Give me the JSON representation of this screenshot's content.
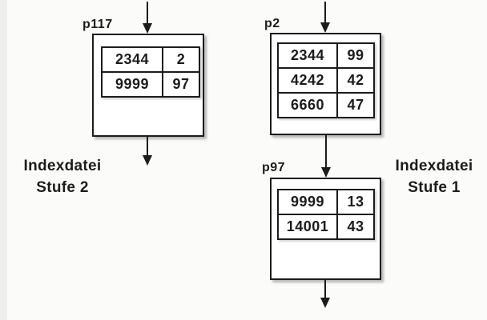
{
  "diagram": {
    "captions": {
      "left": {
        "line1": "Indexdatei",
        "line2": "Stufe 2"
      },
      "right": {
        "line1": "Indexdatei",
        "line2": "Stufe 1"
      }
    },
    "nodes": {
      "p117": {
        "label": "p117",
        "rows": [
          {
            "key": "2344",
            "ptr": "2"
          },
          {
            "key": "9999",
            "ptr": "97"
          }
        ]
      },
      "p2": {
        "label": "p2",
        "rows": [
          {
            "key": "2344",
            "ptr": "99"
          },
          {
            "key": "4242",
            "ptr": "42"
          },
          {
            "key": "6660",
            "ptr": "47"
          }
        ]
      },
      "p97": {
        "label": "p97",
        "rows": [
          {
            "key": "9999",
            "ptr": "13"
          },
          {
            "key": "14001",
            "ptr": "43"
          }
        ]
      }
    },
    "colors": {
      "stroke": "#1c1c1c",
      "fill": "#ffffff",
      "background": "#fbfbf9"
    }
  }
}
